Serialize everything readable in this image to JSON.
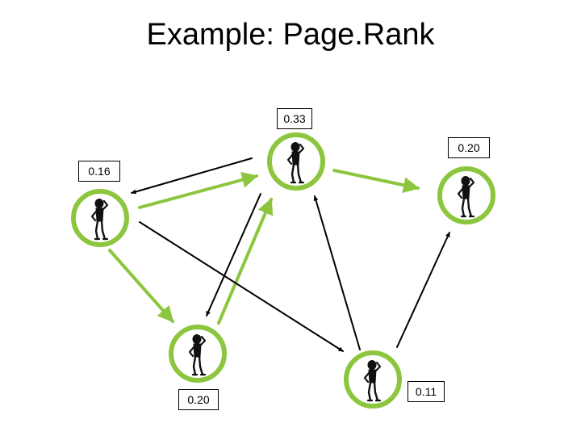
{
  "title": "Example: Page.Rank",
  "colors": {
    "node_ring": "#8cc63f",
    "green_edge": "#8cc63f",
    "black_edge": "#000000",
    "person_icon": "#111111"
  },
  "nodes": [
    {
      "id": "top",
      "score": "0.33",
      "icon": "person-icon"
    },
    {
      "id": "right",
      "score": "0.20",
      "icon": "person-icon"
    },
    {
      "id": "left",
      "score": "0.16",
      "icon": "person-icon"
    },
    {
      "id": "bottom-left",
      "score": "0.20",
      "icon": "person-icon"
    },
    {
      "id": "bottom-right",
      "score": "0.11",
      "icon": "person-icon"
    }
  ],
  "edges": [
    {
      "from": "top",
      "to": "left",
      "color": "black"
    },
    {
      "from": "left",
      "to": "top",
      "color": "green"
    },
    {
      "from": "top",
      "to": "right",
      "color": "green"
    },
    {
      "from": "top",
      "to": "bottom-left",
      "color": "black"
    },
    {
      "from": "bottom-left",
      "to": "top",
      "color": "green"
    },
    {
      "from": "left",
      "to": "bottom-left",
      "color": "green"
    },
    {
      "from": "left",
      "to": "bottom-right",
      "color": "black"
    },
    {
      "from": "bottom-right",
      "to": "top",
      "color": "black"
    },
    {
      "from": "bottom-right",
      "to": "right",
      "color": "black"
    }
  ]
}
